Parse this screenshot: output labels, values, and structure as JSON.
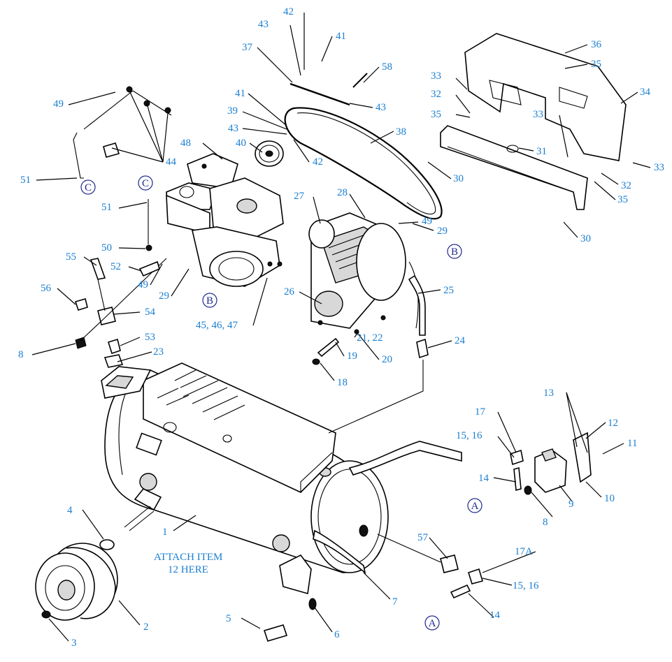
{
  "colors": {
    "callout": "#1a7fd1",
    "bubble_text": "#1f2a8c",
    "line_art": "#000000"
  },
  "callouts": {
    "c1": "1",
    "c2": "2",
    "c3": "3",
    "c4": "4",
    "c5": "5",
    "c6": "6",
    "c7": "7",
    "c8a": "8",
    "c8b": "8",
    "c9": "9",
    "c10": "10",
    "c11": "11",
    "c12": "12",
    "c13": "13",
    "c14a": "14",
    "c14b": "14",
    "c15a": "15, 16",
    "c15b": "15, 16",
    "c17": "17",
    "c17a": "17A",
    "c18": "18",
    "c19": "19",
    "c20": "20",
    "c21": "21, 22",
    "c23": "23",
    "c24": "24",
    "c25": "25",
    "c26": "26",
    "c27": "27",
    "c28": "28",
    "c29a": "29",
    "c29b": "29",
    "c30a": "30",
    "c30b": "30",
    "c31": "31",
    "c32a": "32",
    "c32b": "32",
    "c33a": "33",
    "c33b": "33",
    "c33c": "33",
    "c34": "34",
    "c35a": "35",
    "c35b": "35",
    "c35c": "35",
    "c36": "36",
    "c37": "37",
    "c38": "38",
    "c39": "39",
    "c40": "40",
    "c41a": "41",
    "c41b": "41",
    "c42a": "42",
    "c42b": "42",
    "c43a": "43",
    "c43b": "43",
    "c43c": "43",
    "c44": "44",
    "c45": "45, 46, 47",
    "c48": "48",
    "c49a": "49",
    "c49b": "49",
    "c49c": "49",
    "c50": "50",
    "c51a": "51",
    "c51b": "51",
    "c52": "52",
    "c53": "53",
    "c54": "54",
    "c55": "55",
    "c56": "56",
    "c57": "57",
    "c58": "58"
  },
  "note": {
    "line1": "ATTACH ITEM",
    "line2": "12 HERE"
  },
  "bubbles": {
    "a1": "A",
    "a2": "A",
    "b1": "B",
    "b2": "B",
    "c1": "C",
    "c2": "C"
  }
}
